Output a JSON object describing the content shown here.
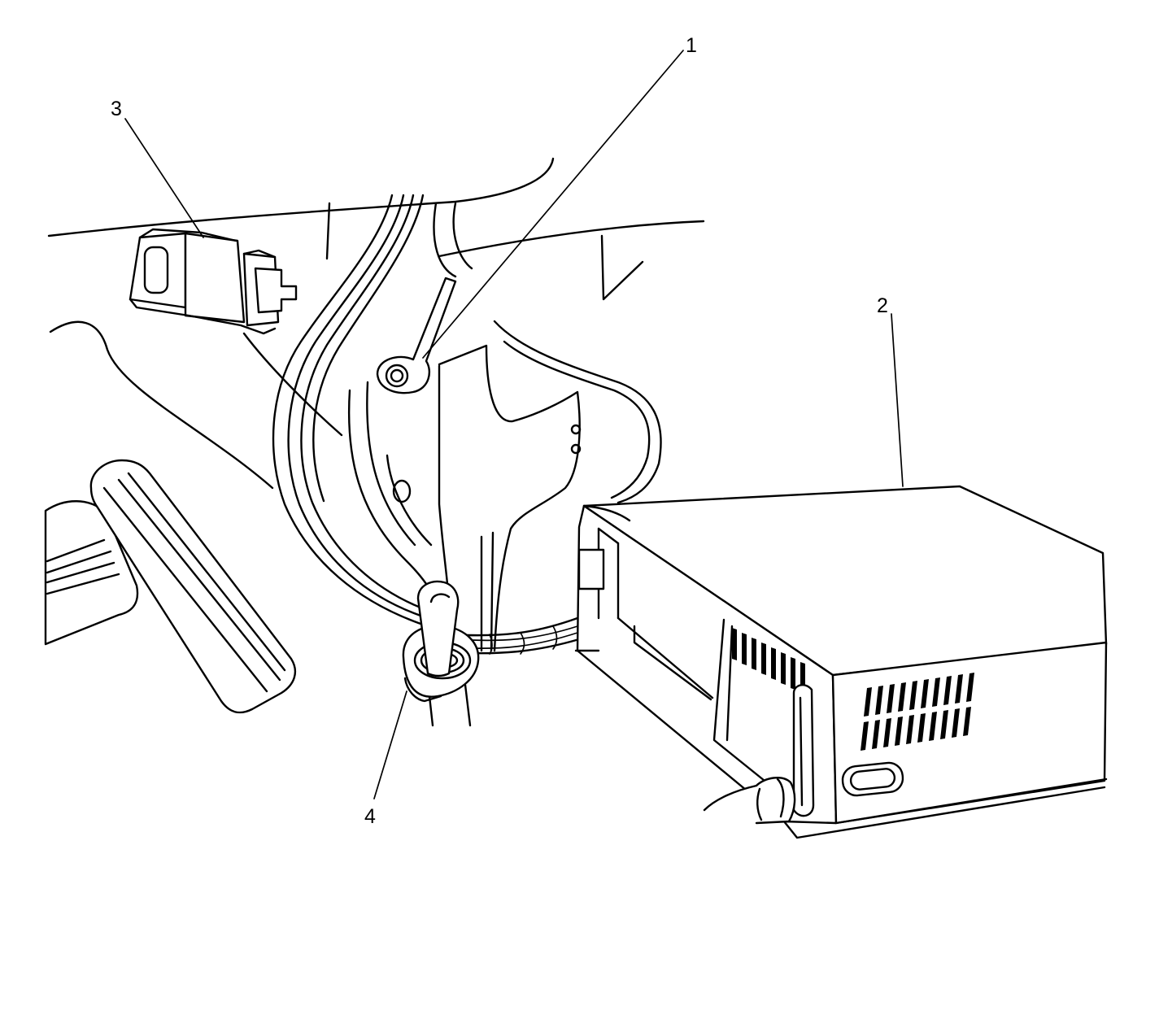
{
  "diagram": {
    "callouts": [
      {
        "id": "1",
        "label": "1"
      },
      {
        "id": "2",
        "label": "2"
      },
      {
        "id": "3",
        "label": "3"
      },
      {
        "id": "4",
        "label": "4"
      }
    ],
    "colors": {
      "line": "#000000",
      "background": "#ffffff"
    }
  }
}
